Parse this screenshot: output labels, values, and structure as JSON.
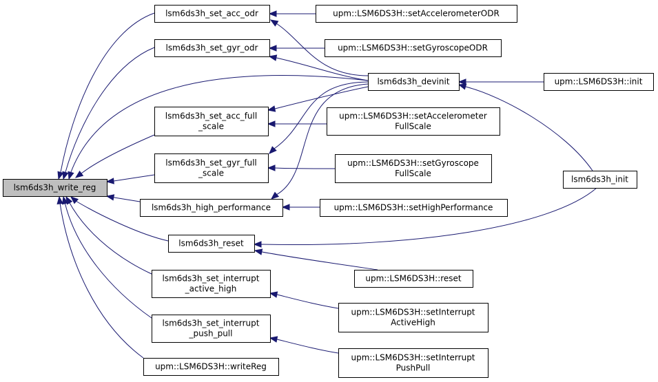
{
  "graph": {
    "nodes": [
      {
        "id": "write_reg",
        "lines": [
          "lsm6ds3h_write_reg"
        ],
        "root": true,
        "link": false
      },
      {
        "id": "set_acc_odr",
        "lines": [
          "lsm6ds3h_set_acc_odr"
        ],
        "link": true
      },
      {
        "id": "set_gyr_odr",
        "lines": [
          "lsm6ds3h_set_gyr_odr"
        ],
        "link": true
      },
      {
        "id": "set_acc_fs",
        "lines": [
          "lsm6ds3h_set_acc_full",
          "_scale"
        ],
        "link": true
      },
      {
        "id": "set_gyr_fs",
        "lines": [
          "lsm6ds3h_set_gyr_full",
          "_scale"
        ],
        "link": true
      },
      {
        "id": "high_perf",
        "lines": [
          "lsm6ds3h_high_performance"
        ],
        "link": true
      },
      {
        "id": "reset",
        "lines": [
          "lsm6ds3h_reset"
        ],
        "link": true
      },
      {
        "id": "int_active_high",
        "lines": [
          "lsm6ds3h_set_interrupt",
          "_active_high"
        ],
        "link": true
      },
      {
        "id": "int_push_pull",
        "lines": [
          "lsm6ds3h_set_interrupt",
          "_push_pull"
        ],
        "link": true
      },
      {
        "id": "upm_writeReg",
        "lines": [
          "upm::LSM6DS3H::writeReg"
        ],
        "link": true
      },
      {
        "id": "devinit",
        "lines": [
          "lsm6ds3h_devinit"
        ],
        "link": true
      },
      {
        "id": "upm_setAccODR",
        "lines": [
          "upm::LSM6DS3H::setAccelerometerODR"
        ],
        "link": true
      },
      {
        "id": "upm_setGyrODR",
        "lines": [
          "upm::LSM6DS3H::setGyroscopeODR"
        ],
        "link": true
      },
      {
        "id": "upm_setAccFS",
        "lines": [
          "upm::LSM6DS3H::setAccelerometer",
          "FullScale"
        ],
        "link": true
      },
      {
        "id": "upm_setGyrFS",
        "lines": [
          "upm::LSM6DS3H::setGyroscope",
          "FullScale"
        ],
        "link": true
      },
      {
        "id": "upm_setHighPerf",
        "lines": [
          "upm::LSM6DS3H::setHighPerformance"
        ],
        "link": true
      },
      {
        "id": "upm_reset",
        "lines": [
          "upm::LSM6DS3H::reset"
        ],
        "link": true
      },
      {
        "id": "upm_setIntActiveHigh",
        "lines": [
          "upm::LSM6DS3H::setInterrupt",
          "ActiveHigh"
        ],
        "link": true
      },
      {
        "id": "upm_setIntPushPull",
        "lines": [
          "upm::LSM6DS3H::setInterrupt",
          "PushPull"
        ],
        "link": true
      },
      {
        "id": "upm_init",
        "lines": [
          "upm::LSM6DS3H::init"
        ],
        "link": true
      },
      {
        "id": "init",
        "lines": [
          "lsm6ds3h_init"
        ],
        "link": true
      }
    ],
    "edges": [
      {
        "from": "set_acc_odr",
        "to": "write_reg"
      },
      {
        "from": "set_gyr_odr",
        "to": "write_reg"
      },
      {
        "from": "devinit",
        "to": "write_reg"
      },
      {
        "from": "set_acc_fs",
        "to": "write_reg"
      },
      {
        "from": "set_gyr_fs",
        "to": "write_reg"
      },
      {
        "from": "high_perf",
        "to": "write_reg"
      },
      {
        "from": "reset",
        "to": "write_reg"
      },
      {
        "from": "int_active_high",
        "to": "write_reg"
      },
      {
        "from": "int_push_pull",
        "to": "write_reg"
      },
      {
        "from": "upm_writeReg",
        "to": "write_reg"
      },
      {
        "from": "upm_setAccODR",
        "to": "set_acc_odr"
      },
      {
        "from": "devinit",
        "to": "set_acc_odr"
      },
      {
        "from": "upm_setGyrODR",
        "to": "set_gyr_odr"
      },
      {
        "from": "devinit",
        "to": "set_gyr_odr"
      },
      {
        "from": "devinit",
        "to": "set_acc_fs"
      },
      {
        "from": "upm_setAccFS",
        "to": "set_acc_fs"
      },
      {
        "from": "devinit",
        "to": "set_gyr_fs"
      },
      {
        "from": "upm_setGyrFS",
        "to": "set_gyr_fs"
      },
      {
        "from": "devinit",
        "to": "high_perf"
      },
      {
        "from": "upm_setHighPerf",
        "to": "high_perf"
      },
      {
        "from": "init",
        "to": "reset"
      },
      {
        "from": "upm_reset",
        "to": "reset"
      },
      {
        "from": "upm_setIntActiveHigh",
        "to": "int_active_high"
      },
      {
        "from": "upm_setIntPushPull",
        "to": "int_push_pull"
      },
      {
        "from": "upm_init",
        "to": "devinit"
      },
      {
        "from": "init",
        "to": "devinit"
      }
    ],
    "colors": {
      "edge": "#191970",
      "root_fill": "#bfbfbf",
      "node_fill": "#ffffff",
      "node_border": "#000000"
    }
  }
}
